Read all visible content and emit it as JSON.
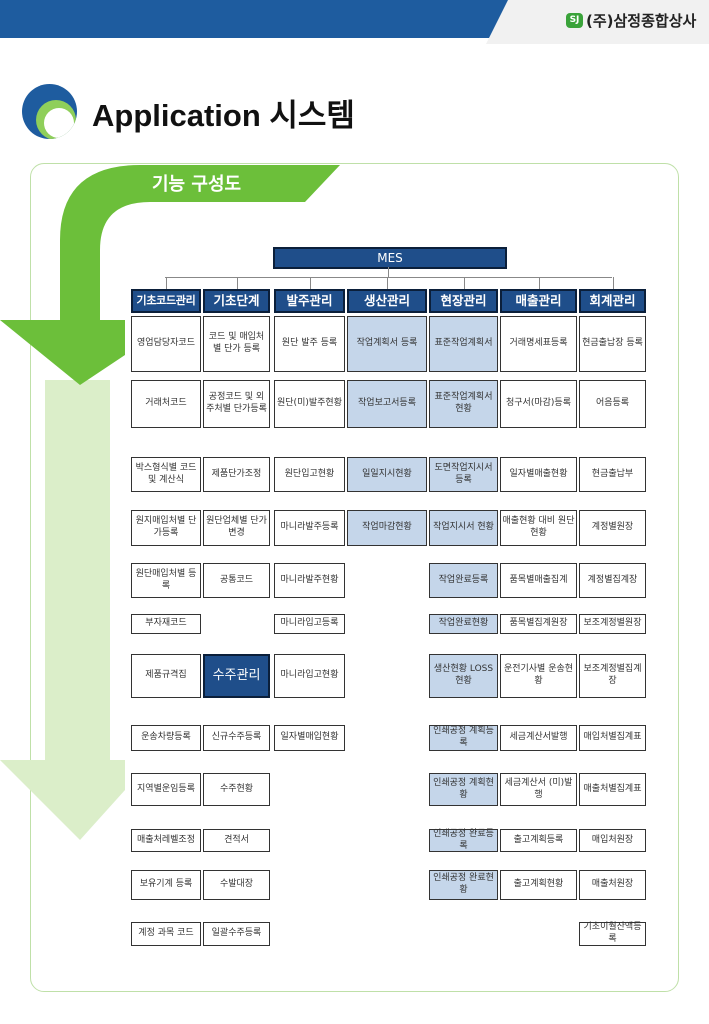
{
  "company": "(주)삼정종합상사",
  "title": "Application 시스템",
  "banner": "기능 구성도",
  "root": "MES",
  "columns": [
    {
      "header": "기초코드관리",
      "cells": [
        "영업담당자코드",
        "거래처코드",
        "박스형식별 코드 및 계산식",
        "원지매입처별 단가등록",
        "원단매입처별 등록",
        "부자재코드",
        "제품규격집",
        "운송차량등록",
        "지역별운임등록",
        "매출처레벨조정",
        "보유기계 등록",
        "계정 과목 코드"
      ]
    },
    {
      "header": "기초단계",
      "cells": [
        "코드 및 매입처별 단가 등록",
        "공정코드 및 외주처별 단가등록",
        "제품단가조정",
        "원단업체별 단가변경",
        "공통코드",
        null,
        "수주관리",
        "신규수주등록",
        "수주현황",
        "견적서",
        "수발대장",
        "일괄수주등록"
      ]
    },
    {
      "header": "발주관리",
      "cells": [
        "원단 발주 등록",
        "원단(미)발주현황",
        "원단입고현황",
        "마니라발주등록",
        "마니라발주현황",
        "마니라입고등록",
        "마니라입고현황",
        "일자별매입현황",
        null,
        null,
        null,
        null
      ]
    },
    {
      "header": "생산관리",
      "cells": [
        "작업계획서 등록",
        "작업보고서등록",
        "일일지시현황",
        "작업마감현황",
        null,
        null,
        null,
        null,
        null,
        null,
        null,
        null
      ]
    },
    {
      "header": "현장관리",
      "cells": [
        "표준작업계획서",
        "표준작업계획서 현황",
        "도면작업지시서 등록",
        "작업지시서 현황",
        "작업완료등록",
        "작업완료현황",
        "생산현황 LOSS현황",
        "인쇄공정 계획등록",
        "인쇄공정 계획현황",
        "인쇄공정 완료등록",
        "인쇄공정 완료현황",
        null
      ]
    },
    {
      "header": "매출관리",
      "cells": [
        "거래명세표등록",
        "청구서(마감)등록",
        "일자별매출현황",
        "매출현황 대비 원단현황",
        "품목별매출집계",
        "품목별집계원장",
        "운전기사별 운송현황",
        "세금계산서발행",
        "세금계산서 (미)발행",
        "출고계획등록",
        "출고계획현황",
        null
      ]
    },
    {
      "header": "회계관리",
      "cells": [
        "현금출납장 등록",
        "어음등록",
        "현금출납부",
        "계정별원장",
        "계정별집계장",
        "보조계정별원장",
        "보조계정별집계장",
        "매입처별집계표",
        "매출처별집계표",
        "매입처원장",
        "매출처원장",
        "기초이월잔액등록"
      ]
    }
  ]
}
